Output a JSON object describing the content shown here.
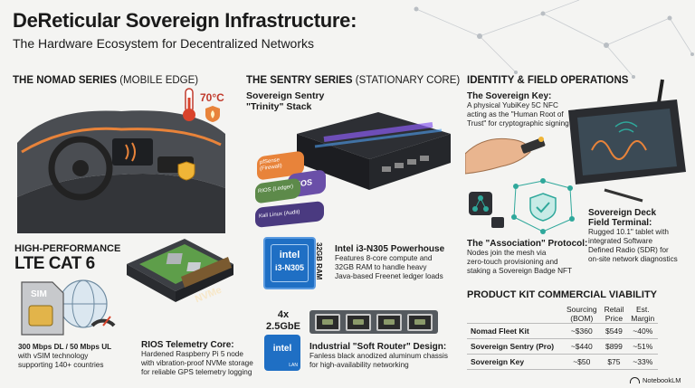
{
  "header": {
    "title": "DeReticular Sovereign Infrastructure:",
    "subtitle": "The Hardware Ecosystem for Decentralized Networks"
  },
  "nomad": {
    "heading_bold": "THE NOMAD SERIES",
    "heading_light": " (MOBILE EDGE)",
    "temp_readout": "70°C",
    "lte_line1": "HIGH-PERFORMANCE",
    "lte_line2": "LTE CAT 6",
    "sim_label": "SIM",
    "lte_desc": [
      "300 Mbps DL / 50 Mbps UL",
      "with vSIM technology",
      "supporting 140+ countries"
    ],
    "nvme_label": "NVMe",
    "rios_title": "RIOS Telemetry Core:",
    "rios_desc": [
      "Hardened Raspberry Pi 5 node",
      "with vibration-proof NVMe storage",
      "for reliable GPS telemetry logging"
    ]
  },
  "sentry": {
    "heading_bold": "THE SENTRY SERIES",
    "heading_light": " (STATIONARY CORE)",
    "stack_title": [
      "Sovereign Sentry",
      "\"Trinity\" Stack"
    ],
    "stack_layers": [
      "pfSense (Firewall)",
      "RIOS",
      "RIOS (Ledger)",
      "Kali Linux (Audit)"
    ],
    "chip_brand": "intel",
    "chip_model": "i3-N305",
    "ram_label": "32GB RAM",
    "intel_title": "Intel i3-N305 Powerhouse",
    "intel_desc": [
      "Features 8-core compute and",
      "32GB RAM to handle heavy",
      "Java-based Freenet ledger loads"
    ],
    "nic_count": "4x",
    "nic_speed": "2.5GbE",
    "lan_brand": "intel",
    "lan_sub": "LAN",
    "router_title": "Industrial \"Soft Router\" Design:",
    "router_desc": [
      "Fanless black anodized aluminum chassis",
      "for high-availability networking"
    ]
  },
  "identity": {
    "heading": "IDENTITY & FIELD OPERATIONS",
    "key_title": "The Sovereign Key:",
    "key_desc": [
      "A physical YubiKey 5C NFC",
      "acting as the \"Human Root of",
      "Trust\" for cryptographic signing"
    ],
    "deck_title": [
      "Sovereign Deck",
      "Field Terminal:"
    ],
    "deck_desc": [
      "Rugged 10.1\" tablet with",
      "integrated Software",
      "Defined Radio (SDR) for",
      "on-site network diagnostics"
    ],
    "assoc_title": "The \"Association\" Protocol:",
    "assoc_desc": [
      "Nodes join the mesh via",
      "zero-touch provisioning and",
      "staking a Sovereign Badge NFT"
    ]
  },
  "kit": {
    "heading": "PRODUCT KIT COMMERCIAL VIABILITY",
    "columns": [
      [
        "Sourcing",
        "(BOM)"
      ],
      [
        "Retail",
        "Price"
      ],
      [
        "Est.",
        "Margin"
      ]
    ],
    "rows": [
      {
        "name": "Nomad Fleet Kit",
        "bom": "~$360",
        "price": "$549",
        "margin": "~40%"
      },
      {
        "name": "Sovereign Sentry (Pro)",
        "bom": "~$440",
        "price": "$899",
        "margin": "~51%"
      },
      {
        "name": "Sovereign Key",
        "bom": "~$50",
        "price": "$75",
        "margin": "~33%"
      }
    ]
  },
  "footer": {
    "brand": "NotebookLM"
  },
  "colors": {
    "accent_orange": "#e8833a",
    "intel_blue": "#1f6fc4",
    "stack_purple": "#6a4fa8",
    "stack_green": "#5d8a4a",
    "teal": "#2fa89b"
  }
}
